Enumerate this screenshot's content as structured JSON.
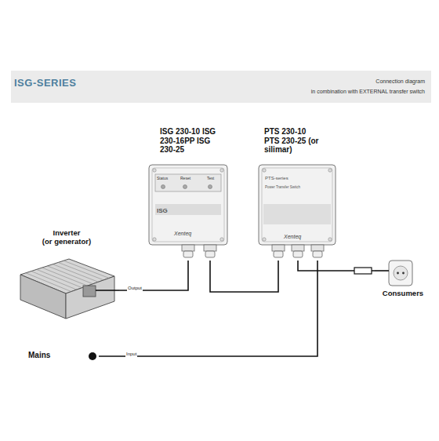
{
  "diagram": {
    "title": "ISG-SERIES",
    "nodes": [
      {
        "text": [
          "Inverter (or generator)"
        ]
      },
      {
        "text": [
          "ISG 230-10 ISG 230-16PP ISG 230-25",
          "Status",
          "Reset",
          "Test",
          "ISG",
          "Xenteq"
        ]
      },
      {
        "text": [
          "PTS 230-10 PTS 230-25 (or silimar)",
          "PTS-series",
          "Power Transfer Switch",
          "Xenteq"
        ]
      },
      {
        "text": [
          "Mains"
        ]
      },
      {
        "text": [
          "Consumers"
        ]
      }
    ],
    "edges": [
      {
        "from": 0,
        "to": 1,
        "arrow": "none",
        "label": "Output"
      },
      {
        "from": 1,
        "to": 2,
        "arrow": "none"
      },
      {
        "from": 3,
        "to": 2,
        "arrow": "none",
        "label": "Input"
      },
      {
        "from": 2,
        "to": 4,
        "arrow": "none"
      }
    ],
    "labels": [
      "Connection diagram",
      "in combination with EXTERNAL transfer switch"
    ]
  }
}
